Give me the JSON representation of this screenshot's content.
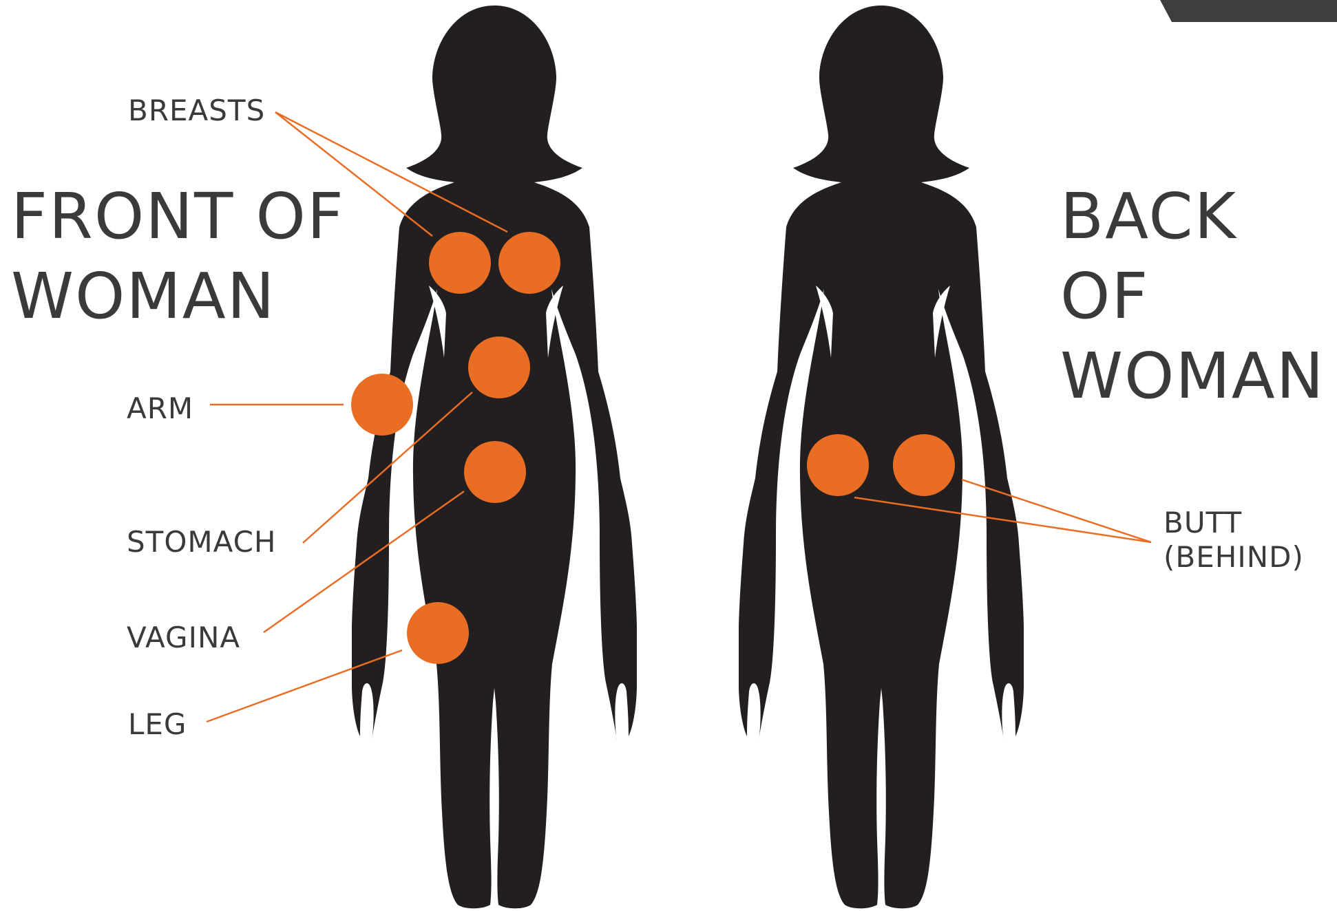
{
  "colors": {
    "silhouette": "#231f20",
    "marker": "#ea6d24",
    "leader_line": "#ea6d24",
    "text": "#3a3a3a",
    "corner_tab": "#3e3e40"
  },
  "front": {
    "title_line1": "FRONT OF",
    "title_line2": "WOMAN",
    "labels": {
      "breasts": "BREASTS",
      "arm": "ARM",
      "stomach": "STOMACH",
      "vagina": "VAGINA",
      "leg": "LEG"
    }
  },
  "back": {
    "title_line1": "BACK OF",
    "title_line2": "WOMAN",
    "labels": {
      "butt_line1": "BUTT",
      "butt_line2": "(BEHIND)"
    }
  }
}
